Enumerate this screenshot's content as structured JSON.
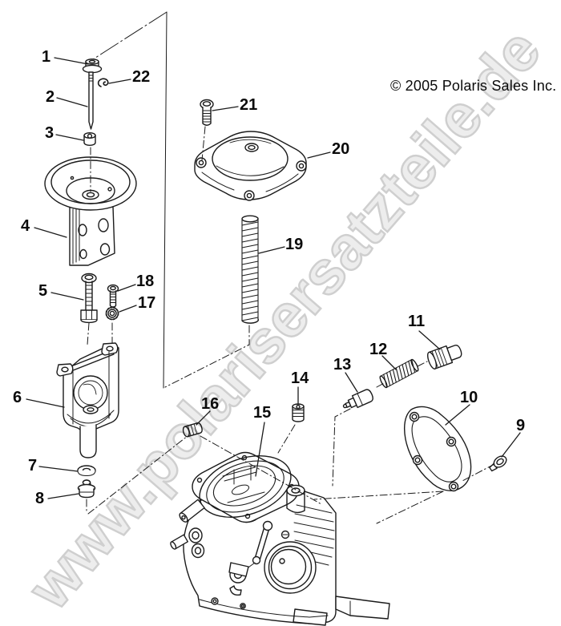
{
  "copyright": "© 2005 Polaris Sales Inc.",
  "watermark": "www.polarisersatzteile.de",
  "callouts": [
    {
      "number": "1"
    },
    {
      "number": "2"
    },
    {
      "number": "3"
    },
    {
      "number": "4"
    },
    {
      "number": "5"
    },
    {
      "number": "6"
    },
    {
      "number": "7"
    },
    {
      "number": "8"
    },
    {
      "number": "9"
    },
    {
      "number": "10"
    },
    {
      "number": "11"
    },
    {
      "number": "12"
    },
    {
      "number": "13"
    },
    {
      "number": "14"
    },
    {
      "number": "15"
    },
    {
      "number": "16"
    },
    {
      "number": "17"
    },
    {
      "number": "18"
    },
    {
      "number": "19"
    },
    {
      "number": "20"
    },
    {
      "number": "21"
    },
    {
      "number": "22"
    }
  ],
  "colors": {
    "line": "#1b1b1b",
    "watermark_fill": "#ededed",
    "watermark_stroke": "#cfcfcf"
  }
}
